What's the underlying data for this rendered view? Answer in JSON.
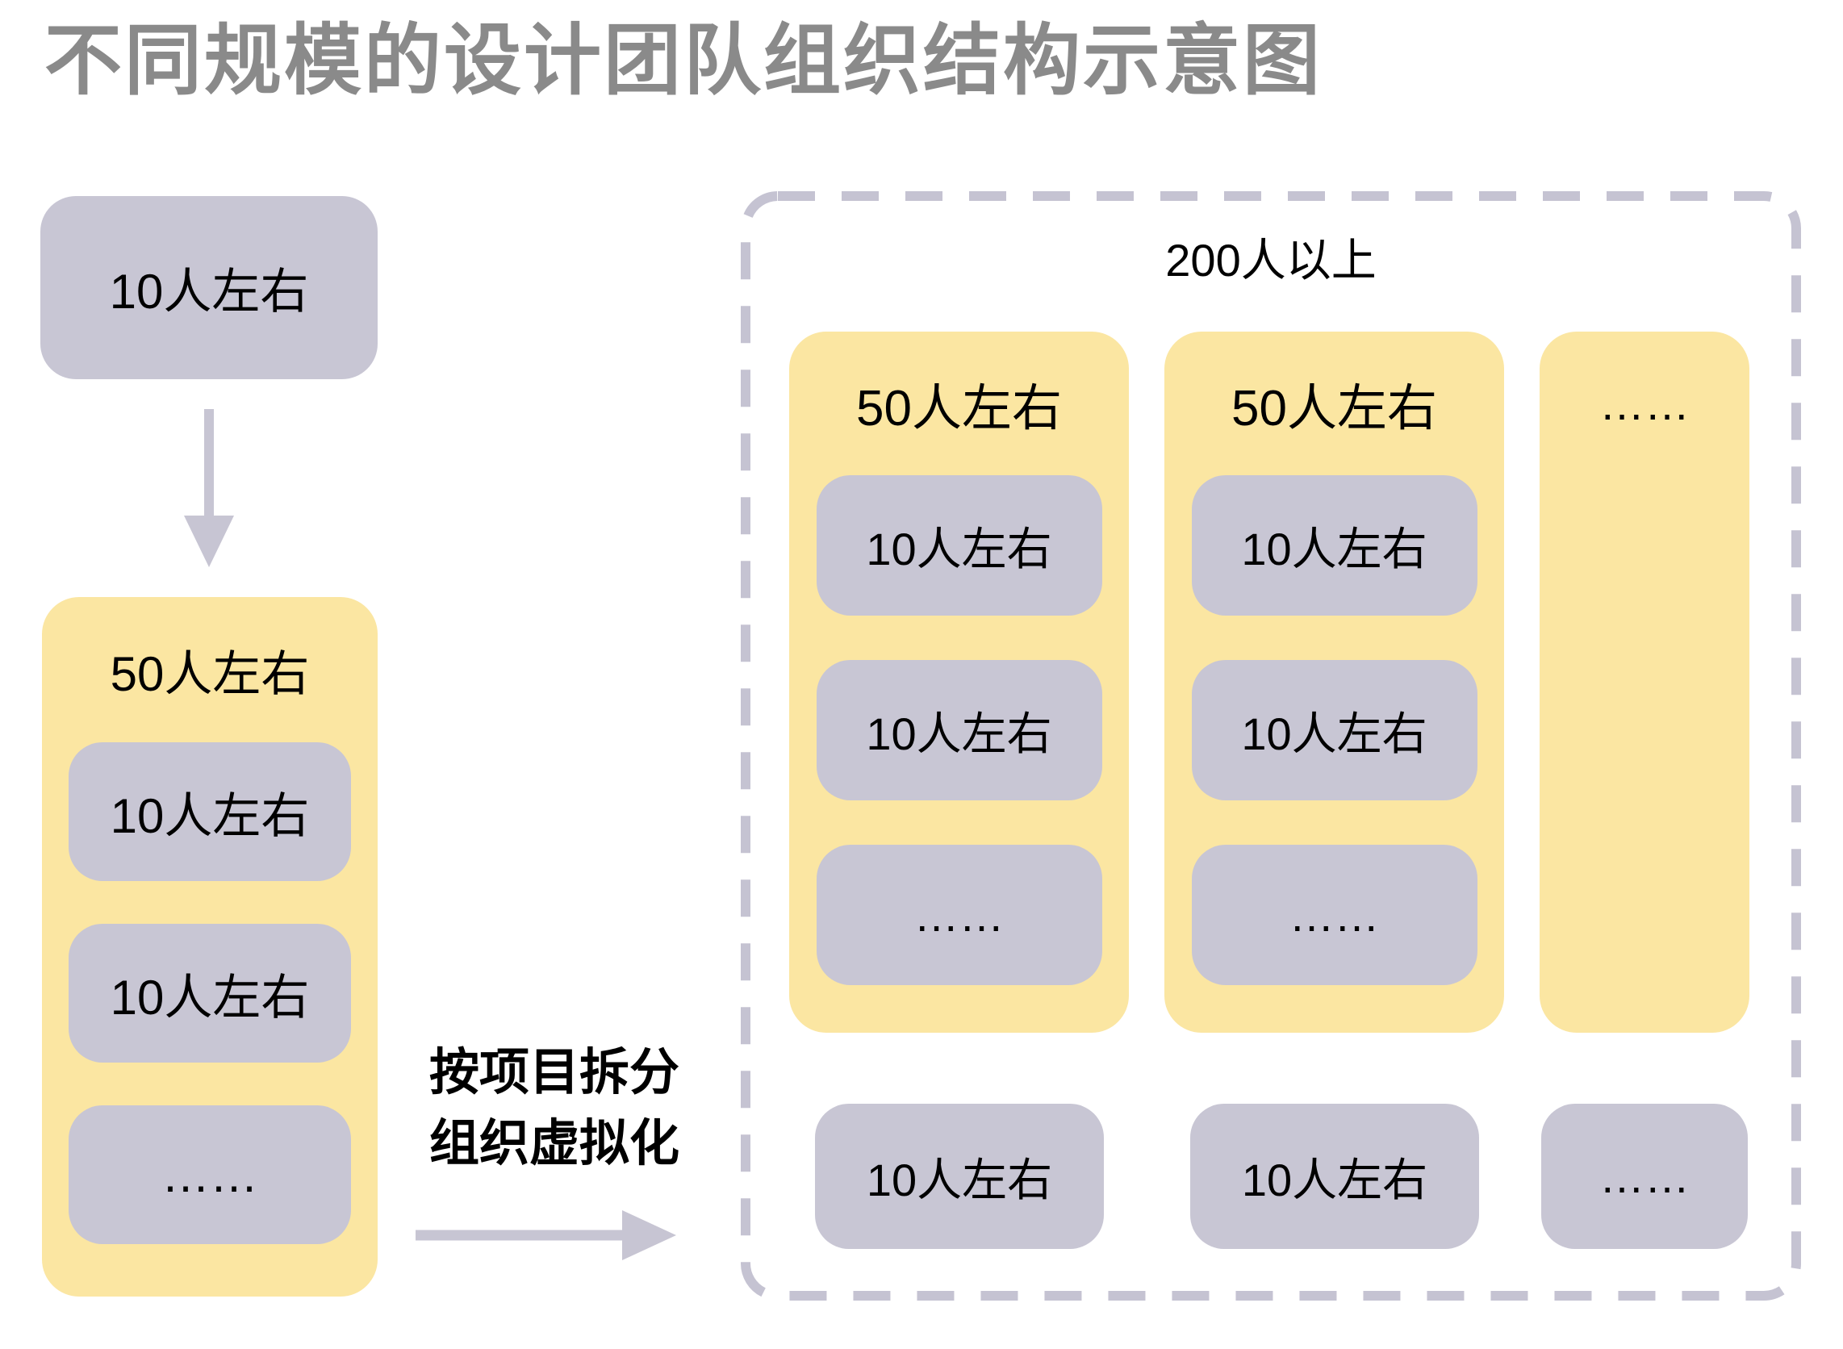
{
  "title": "不同规模的设计团队组织结构示意图",
  "colors": {
    "page_bg": "#FFFFFF",
    "yellow": "#FBE6A2",
    "lavender": "#C8C6D4",
    "arrow": "#C7C5D3",
    "dash": "#C5C3D2",
    "title_text": "#8A8A8A",
    "label_text": "#000000"
  },
  "left_flow": {
    "small_team": {
      "label": "10人左右"
    },
    "medium_team": {
      "label": "50人左右",
      "children": [
        {
          "label": "10人左右"
        },
        {
          "label": "10人左右"
        },
        {
          "label": "……"
        }
      ]
    }
  },
  "transition": {
    "caption_line1": "按项目拆分",
    "caption_line2": "组织虚拟化"
  },
  "large_org": {
    "label": "200人以上",
    "divisions": [
      {
        "label": "50人左右",
        "children": [
          {
            "label": "10人左右"
          },
          {
            "label": "10人左右"
          },
          {
            "label": "……"
          }
        ]
      },
      {
        "label": "50人左右",
        "children": [
          {
            "label": "10人左右"
          },
          {
            "label": "10人左右"
          },
          {
            "label": "……"
          }
        ]
      },
      {
        "label": "……",
        "children": []
      }
    ],
    "independent_teams": [
      {
        "label": "10人左右"
      },
      {
        "label": "10人左右"
      },
      {
        "label": "……"
      }
    ]
  }
}
